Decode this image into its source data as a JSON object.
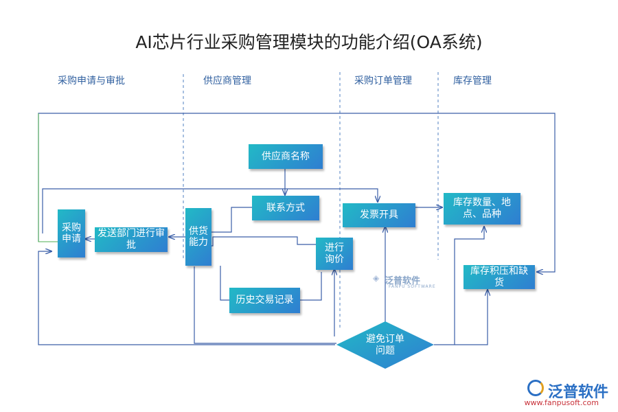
{
  "title": "AI芯片行业采购管理模块的功能介绍(OA系统)",
  "sections": [
    "采购申请与审批",
    "供应商管理",
    "采购订单管理",
    "库存管理"
  ],
  "nodes": {
    "purchase_request": "采购申请",
    "dept_approval": "发送部门进行审批",
    "supply_capacity": "供货能力",
    "supplier_name": "供应商名称",
    "contact": "联系方式",
    "history": "历史交易记录",
    "inquiry": "进行询价",
    "invoice": "发票开具",
    "stock_info": "库存数量、地点、品种",
    "overstock": "库存积压和缺货",
    "avoid_issue": "避免订单问题"
  },
  "watermark": {
    "text": "泛普软件",
    "sub": "FANPU SOFTWARE"
  },
  "logo": {
    "name": "泛普软件",
    "url": "www.fanpusoft.com"
  },
  "colors": {
    "box_start": "#22b9c6",
    "box_end": "#2f7ed1",
    "line": "#3a5ea8",
    "green_line": "#4caf50",
    "divider": "#4f7fc2",
    "section_text": "#2f5f9f"
  }
}
